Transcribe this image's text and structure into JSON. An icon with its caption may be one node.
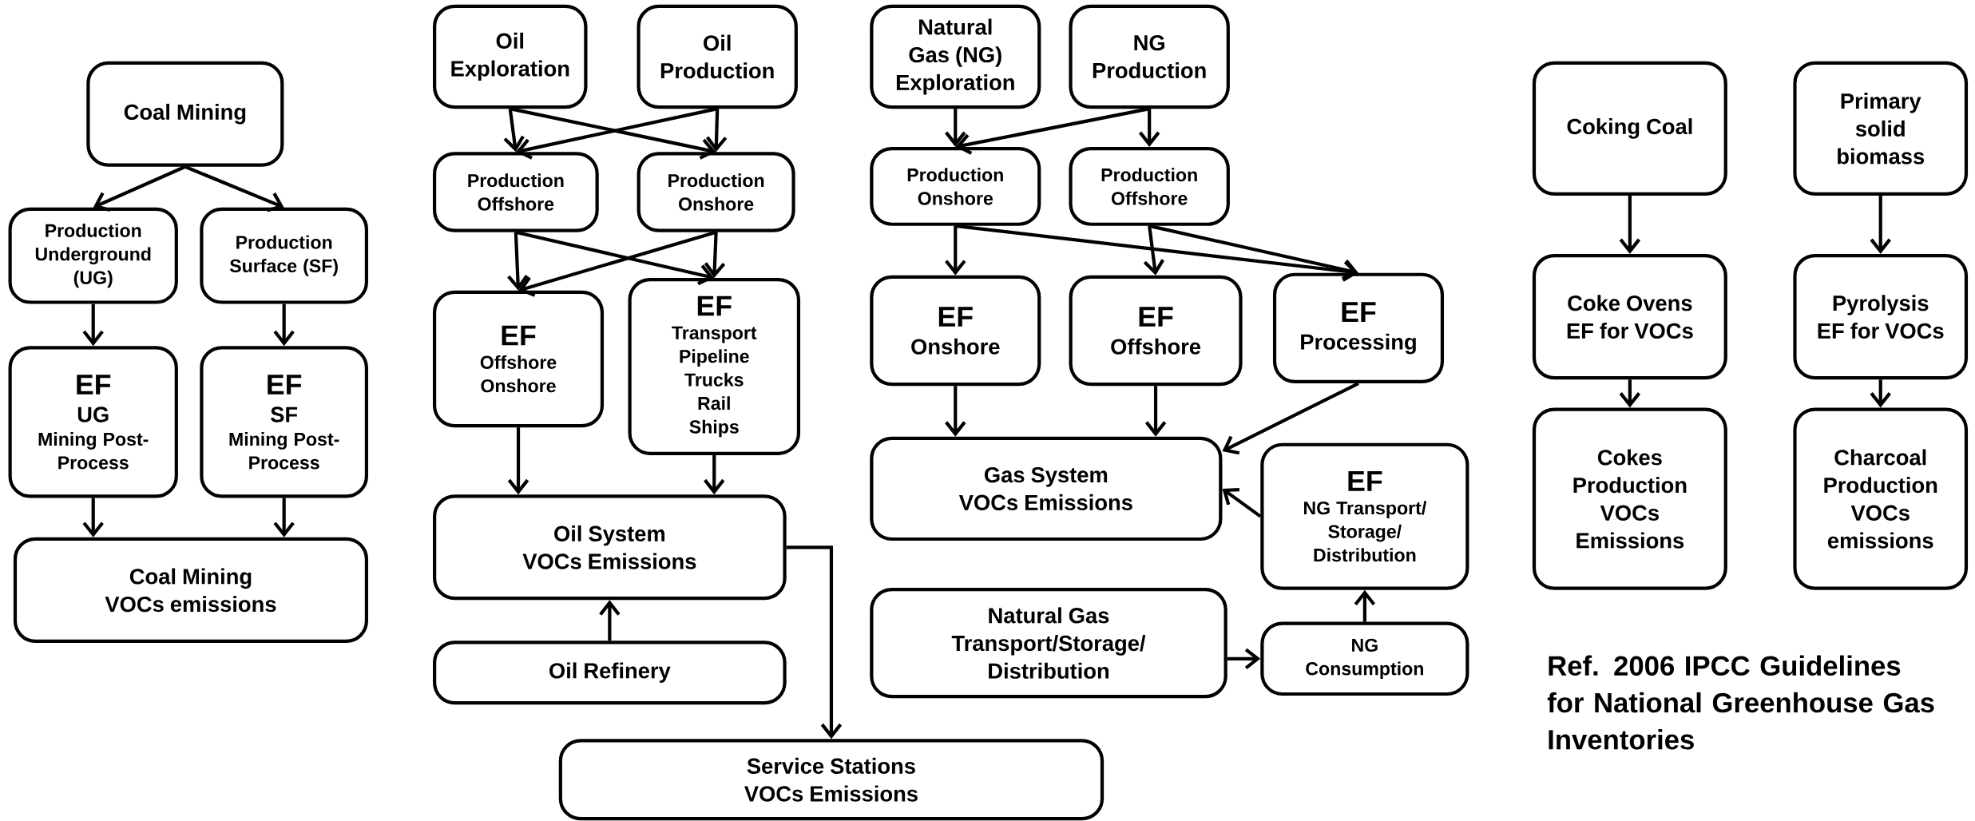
{
  "diagram": {
    "nodes": [
      {
        "text": [
          "Coal Mining"
        ]
      },
      {
        "text": [
          "Production Underground (UG)"
        ]
      },
      {
        "text": [
          "Production Surface (SF)"
        ]
      },
      {
        "text": [
          "EF",
          "UG",
          "Mining Post-Process"
        ]
      },
      {
        "text": [
          "EF",
          "SF",
          "Mining Post-Process"
        ]
      },
      {
        "text": [
          "Coal Mining VOCs emissions"
        ]
      },
      {
        "text": [
          "Oil Exploration"
        ]
      },
      {
        "text": [
          "Oil Production"
        ]
      },
      {
        "text": [
          "Production Offshore"
        ]
      },
      {
        "text": [
          "Production Onshore"
        ]
      },
      {
        "text": [
          "EF",
          "Offshore Onshore"
        ]
      },
      {
        "text": [
          "EF",
          "Transport",
          "Pipeline",
          "Trucks",
          "Rail",
          "Ships"
        ]
      },
      {
        "text": [
          "Oil System VOCs Emissions"
        ]
      },
      {
        "text": [
          "Oil Refinery"
        ]
      },
      {
        "text": [
          "Service Stations VOCs Emissions"
        ]
      },
      {
        "text": [
          "Natural Gas (NG) Exploration"
        ]
      },
      {
        "text": [
          "NG Production"
        ]
      },
      {
        "text": [
          "Production Onshore"
        ]
      },
      {
        "text": [
          "Production Offshore"
        ]
      },
      {
        "text": [
          "EF",
          "Onshore"
        ]
      },
      {
        "text": [
          "EF",
          "Offshore"
        ]
      },
      {
        "text": [
          "EF",
          "Processing"
        ]
      },
      {
        "text": [
          "Gas System VOCs Emissions"
        ]
      },
      {
        "text": [
          "EF",
          "NG Transport/ Storage/ Distribution"
        ]
      },
      {
        "text": [
          "Natural Gas Transport/Storage/ Distribution"
        ]
      },
      {
        "text": [
          "NG Consumption"
        ]
      },
      {
        "text": [
          "Coking Coal"
        ]
      },
      {
        "text": [
          "Primary solid biomass"
        ]
      },
      {
        "text": [
          "Coke Ovens",
          "EF for VOCs"
        ]
      },
      {
        "text": [
          "Pyrolysis",
          "EF for VOCs"
        ]
      },
      {
        "text": [
          "Cokes Production VOCs Emissions"
        ]
      },
      {
        "text": [
          "Charcoal Production VOCs emissions"
        ]
      }
    ],
    "edges": [
      {
        "from": 0,
        "to": 1,
        "arrow": "to"
      },
      {
        "from": 0,
        "to": 2,
        "arrow": "to"
      },
      {
        "from": 1,
        "to": 3,
        "arrow": "to"
      },
      {
        "from": 2,
        "to": 4,
        "arrow": "to"
      },
      {
        "from": 3,
        "to": 5,
        "arrow": "to"
      },
      {
        "from": 4,
        "to": 5,
        "arrow": "to"
      },
      {
        "from": 6,
        "to": 8,
        "arrow": "to"
      },
      {
        "from": 6,
        "to": 9,
        "arrow": "to"
      },
      {
        "from": 7,
        "to": 8,
        "arrow": "to"
      },
      {
        "from": 7,
        "to": 9,
        "arrow": "to"
      },
      {
        "from": 8,
        "to": 10,
        "arrow": "to"
      },
      {
        "from": 8,
        "to": 11,
        "arrow": "to"
      },
      {
        "from": 9,
        "to": 10,
        "arrow": "to"
      },
      {
        "from": 9,
        "to": 11,
        "arrow": "to"
      },
      {
        "from": 10,
        "to": 12,
        "arrow": "to"
      },
      {
        "from": 11,
        "to": 12,
        "arrow": "to"
      },
      {
        "from": 13,
        "to": 12,
        "arrow": "to"
      },
      {
        "from": 12,
        "to": 14,
        "arrow": "to"
      },
      {
        "from": 15,
        "to": 17,
        "arrow": "to"
      },
      {
        "from": 16,
        "to": 17,
        "arrow": "to"
      },
      {
        "from": 16,
        "to": 18,
        "arrow": "to"
      },
      {
        "from": 17,
        "to": 19,
        "arrow": "to"
      },
      {
        "from": 17,
        "to": 21,
        "arrow": "to"
      },
      {
        "from": 18,
        "to": 20,
        "arrow": "to"
      },
      {
        "from": 18,
        "to": 21,
        "arrow": "to"
      },
      {
        "from": 19,
        "to": 22,
        "arrow": "to"
      },
      {
        "from": 20,
        "to": 22,
        "arrow": "to"
      },
      {
        "from": 21,
        "to": 22,
        "arrow": "to"
      },
      {
        "from": 23,
        "to": 22,
        "arrow": "to"
      },
      {
        "from": 24,
        "to": 25,
        "arrow": "to"
      },
      {
        "from": 25,
        "to": 23,
        "arrow": "to"
      },
      {
        "from": 26,
        "to": 28,
        "arrow": "to"
      },
      {
        "from": 28,
        "to": 30,
        "arrow": "to"
      },
      {
        "from": 27,
        "to": 29,
        "arrow": "to"
      },
      {
        "from": 29,
        "to": 31,
        "arrow": "to"
      }
    ],
    "labels": [
      "Ref. 2006 IPCC Guidelines for National Greenhouse Gas Inventories"
    ]
  }
}
